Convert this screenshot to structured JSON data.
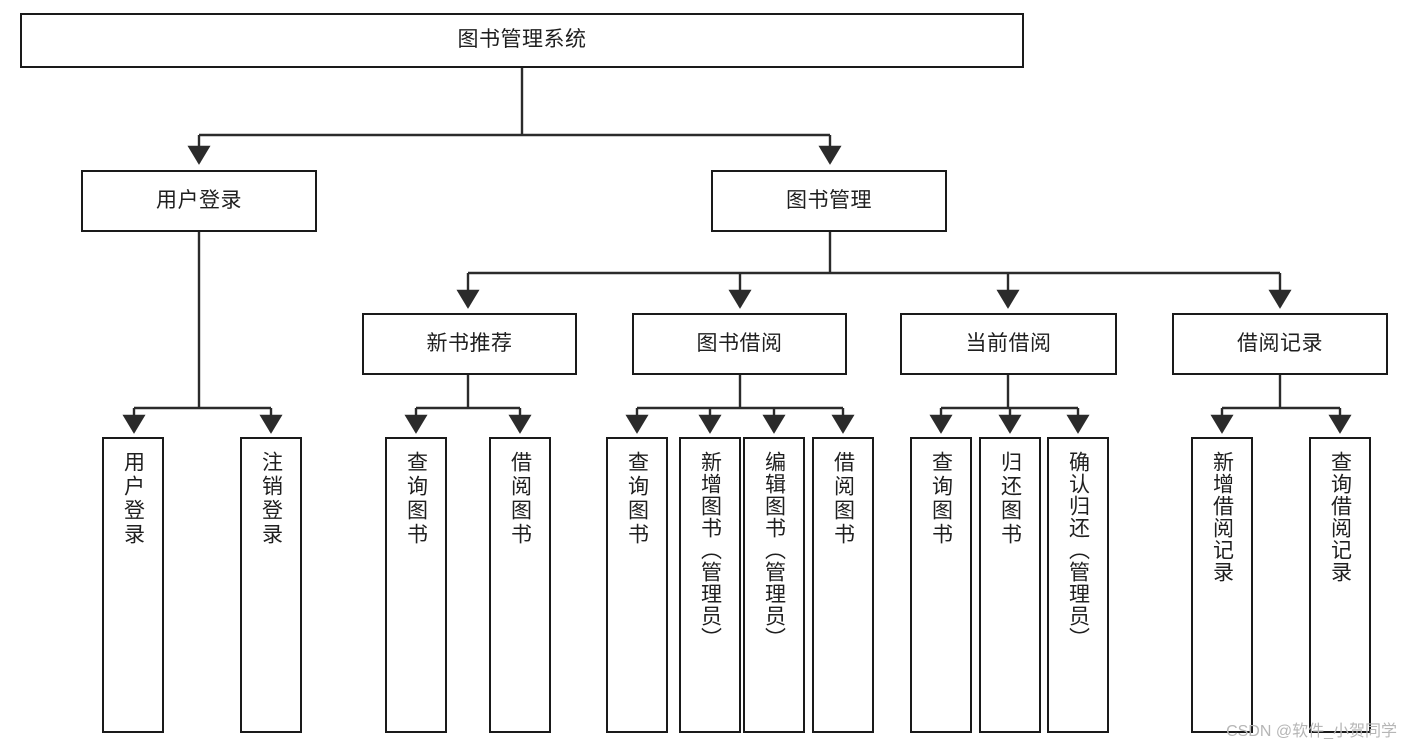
{
  "diagram": {
    "type": "tree-hierarchy-chart",
    "title": "图书管理系统",
    "orientation": "top-down",
    "box_fill": "#ffffff",
    "box_stroke": "#1a1a1a",
    "edge_color": "#2b2b2b",
    "text_color": "#1f1f1f"
  },
  "nodes": {
    "root": {
      "label": "图书管理系统",
      "level": 1
    },
    "l2": [
      {
        "id": "user-login",
        "label": "用户登录",
        "level": 2
      },
      {
        "id": "book-manage",
        "label": "图书管理",
        "level": 2
      }
    ],
    "l3": [
      {
        "id": "new-book-recommend",
        "label": "新书推荐",
        "level": 3
      },
      {
        "id": "book-borrow",
        "label": "图书借阅",
        "level": 3
      },
      {
        "id": "current-borrow",
        "label": "当前借阅",
        "level": 3
      },
      {
        "id": "borrow-record",
        "label": "借阅记录",
        "level": 3
      }
    ],
    "leaves": {
      "user_login": [
        {
          "id": "leaf-user-login",
          "label": "用户登录"
        },
        {
          "id": "leaf-logout-login",
          "label": "注销登录"
        }
      ],
      "new_book_recommend": [
        {
          "id": "leaf-query-book-1",
          "label": "查询图书"
        },
        {
          "id": "leaf-borrow-book-1",
          "label": "借阅图书"
        }
      ],
      "book_borrow": [
        {
          "id": "leaf-query-book-2",
          "label": "查询图书"
        },
        {
          "id": "leaf-add-book-admin",
          "label": "新增图书（管理员）"
        },
        {
          "id": "leaf-edit-book-admin",
          "label": "编辑图书（管理员）"
        },
        {
          "id": "leaf-borrow-book-2",
          "label": "借阅图书"
        }
      ],
      "current_borrow": [
        {
          "id": "leaf-query-book-3",
          "label": "查询图书"
        },
        {
          "id": "leaf-return-book",
          "label": "归还图书"
        },
        {
          "id": "leaf-confirm-return-admin",
          "label": "确认归还（管理员）"
        }
      ],
      "borrow_record": [
        {
          "id": "leaf-add-borrow-record",
          "label": "新增借阅记录"
        },
        {
          "id": "leaf-query-borrow-record",
          "label": "查询借阅记录"
        }
      ]
    }
  },
  "watermark": {
    "text": "CSDN @软件_小贺同学"
  }
}
